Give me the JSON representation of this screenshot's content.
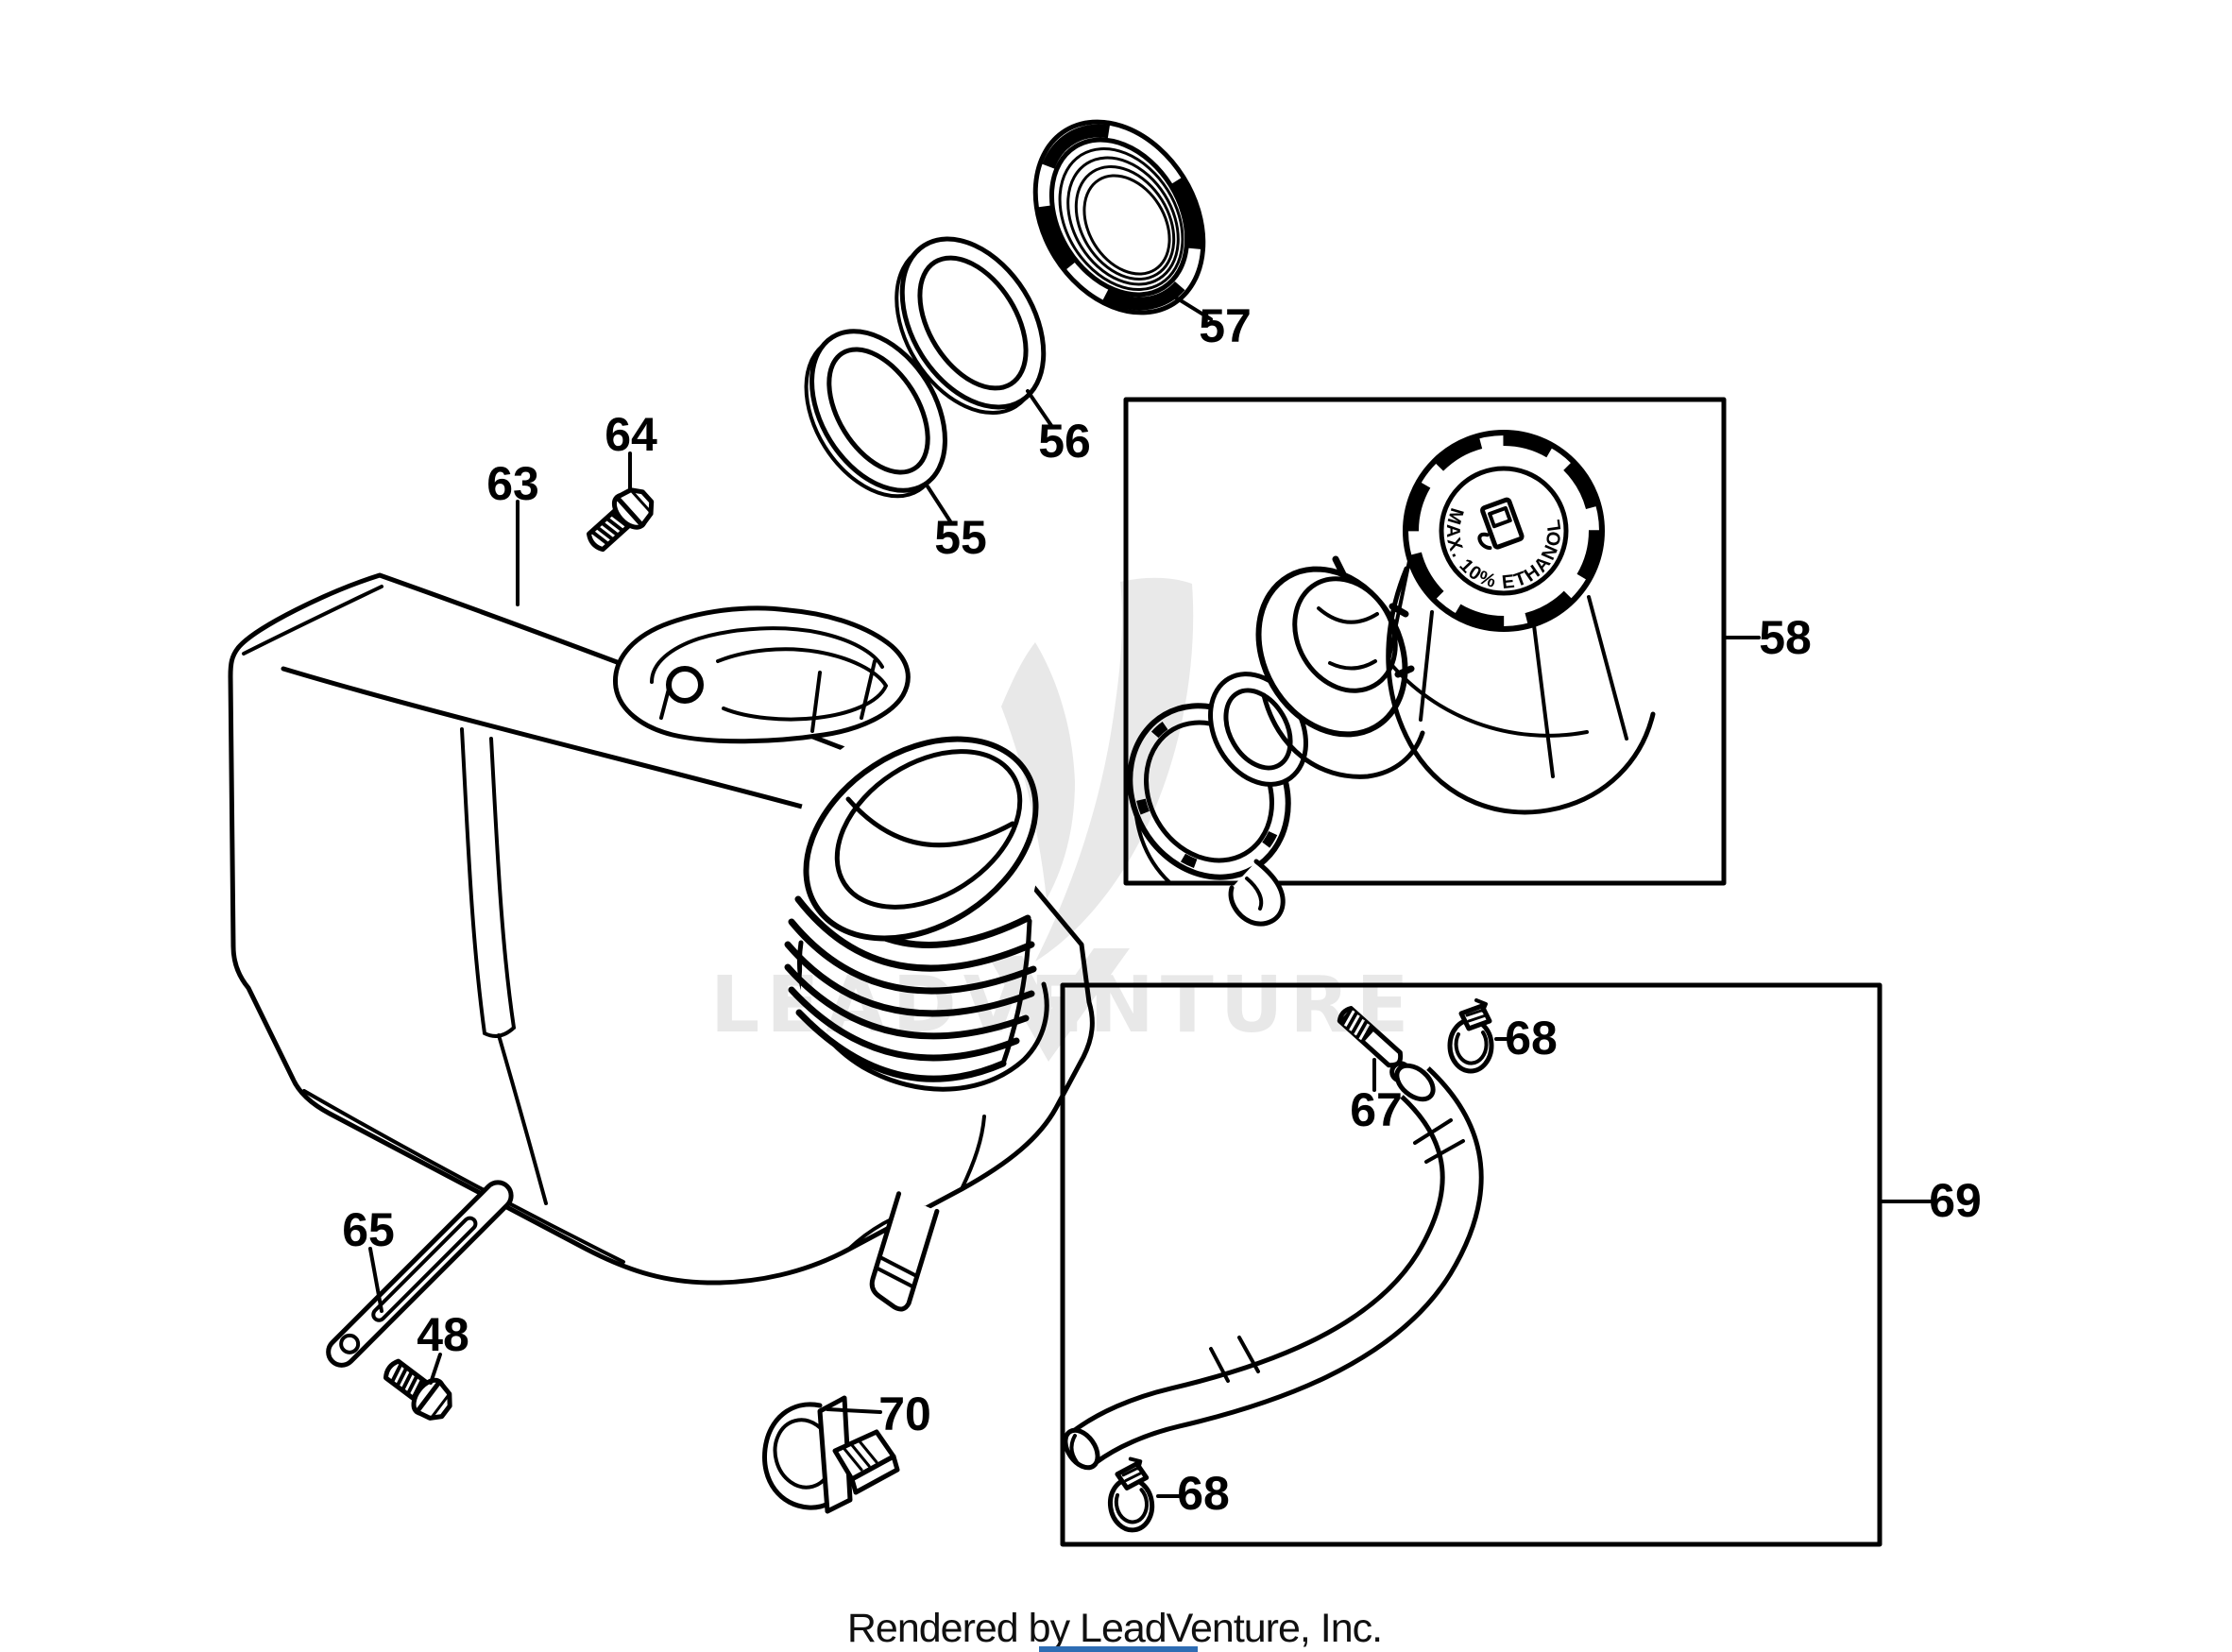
{
  "page": {
    "background": "#ffffff",
    "line_color": "#000000",
    "watermark_text": "LEADVENTURE",
    "watermark_color": "#e9e9e9",
    "footer_text": "Rendered by LeadVenture, Inc.",
    "accent_bar_color": "#2e6db4"
  },
  "cap": {
    "text": "MAX. 10% ETHANOL"
  },
  "callouts": {
    "c48": "48",
    "c55": "55",
    "c56": "56",
    "c57": "57",
    "c58": "58",
    "c63": "63",
    "c64": "64",
    "c65": "65",
    "c67": "67",
    "c68_upper": "68",
    "c68_lower": "68",
    "c69": "69",
    "c70": "70"
  }
}
